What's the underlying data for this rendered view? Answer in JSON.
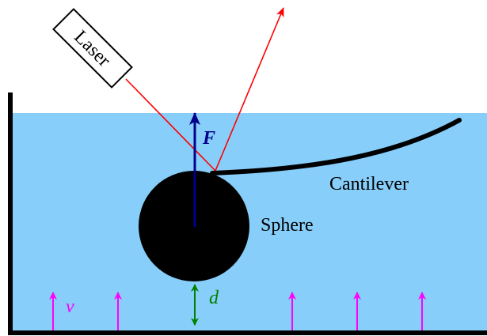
{
  "labels": {
    "laser": "Laser",
    "force": "F",
    "cantilever": "Cantilever",
    "sphere": "Sphere",
    "distance": "d",
    "velocity": "v"
  },
  "colors": {
    "fluid": "#87cefa",
    "laser_beam": "#ff0000",
    "force_arrow": "#00008b",
    "distance_arrow": "#008000",
    "velocity_arrows": "#ff00ff",
    "walls": "#000000",
    "sphere": "#000000"
  }
}
